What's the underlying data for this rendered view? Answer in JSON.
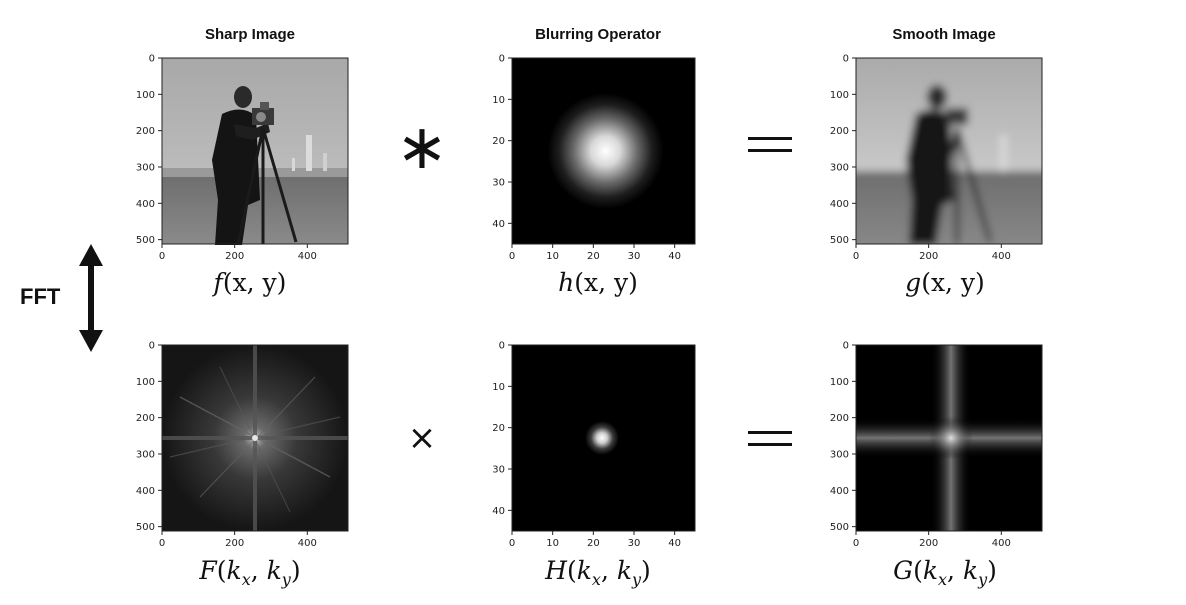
{
  "titles": {
    "sharp": "Sharp Image",
    "blur": "Blurring Operator",
    "smooth": "Smooth Image"
  },
  "operators": {
    "convolve": "∗",
    "multiply": "×",
    "equals": "="
  },
  "fft_label": "FFT",
  "formulas": {
    "f": {
      "fn": "f",
      "args": "(x, y)"
    },
    "h": {
      "fn": "h",
      "args": "(x, y)"
    },
    "g": {
      "fn": "g",
      "args": "(x, y)"
    },
    "F": {
      "fn": "F",
      "args": [
        "k",
        "x",
        "k",
        "y"
      ]
    },
    "H": {
      "fn": "H",
      "args": [
        "k",
        "x",
        "k",
        "y"
      ]
    },
    "G": {
      "fn": "G",
      "args": [
        "k",
        "x",
        "k",
        "y"
      ]
    }
  },
  "axes": {
    "large": {
      "yticks": [
        "0",
        "100",
        "200",
        "300",
        "400",
        "500"
      ],
      "xticks": [
        "0",
        "200",
        "400"
      ]
    },
    "small": {
      "yticks": [
        "0",
        "10",
        "20",
        "30",
        "40"
      ],
      "xticks": [
        "0",
        "10",
        "20",
        "30",
        "40"
      ]
    }
  },
  "colors": {
    "text": "#111111",
    "background": "#ffffff",
    "panel_dark": "#000000"
  }
}
